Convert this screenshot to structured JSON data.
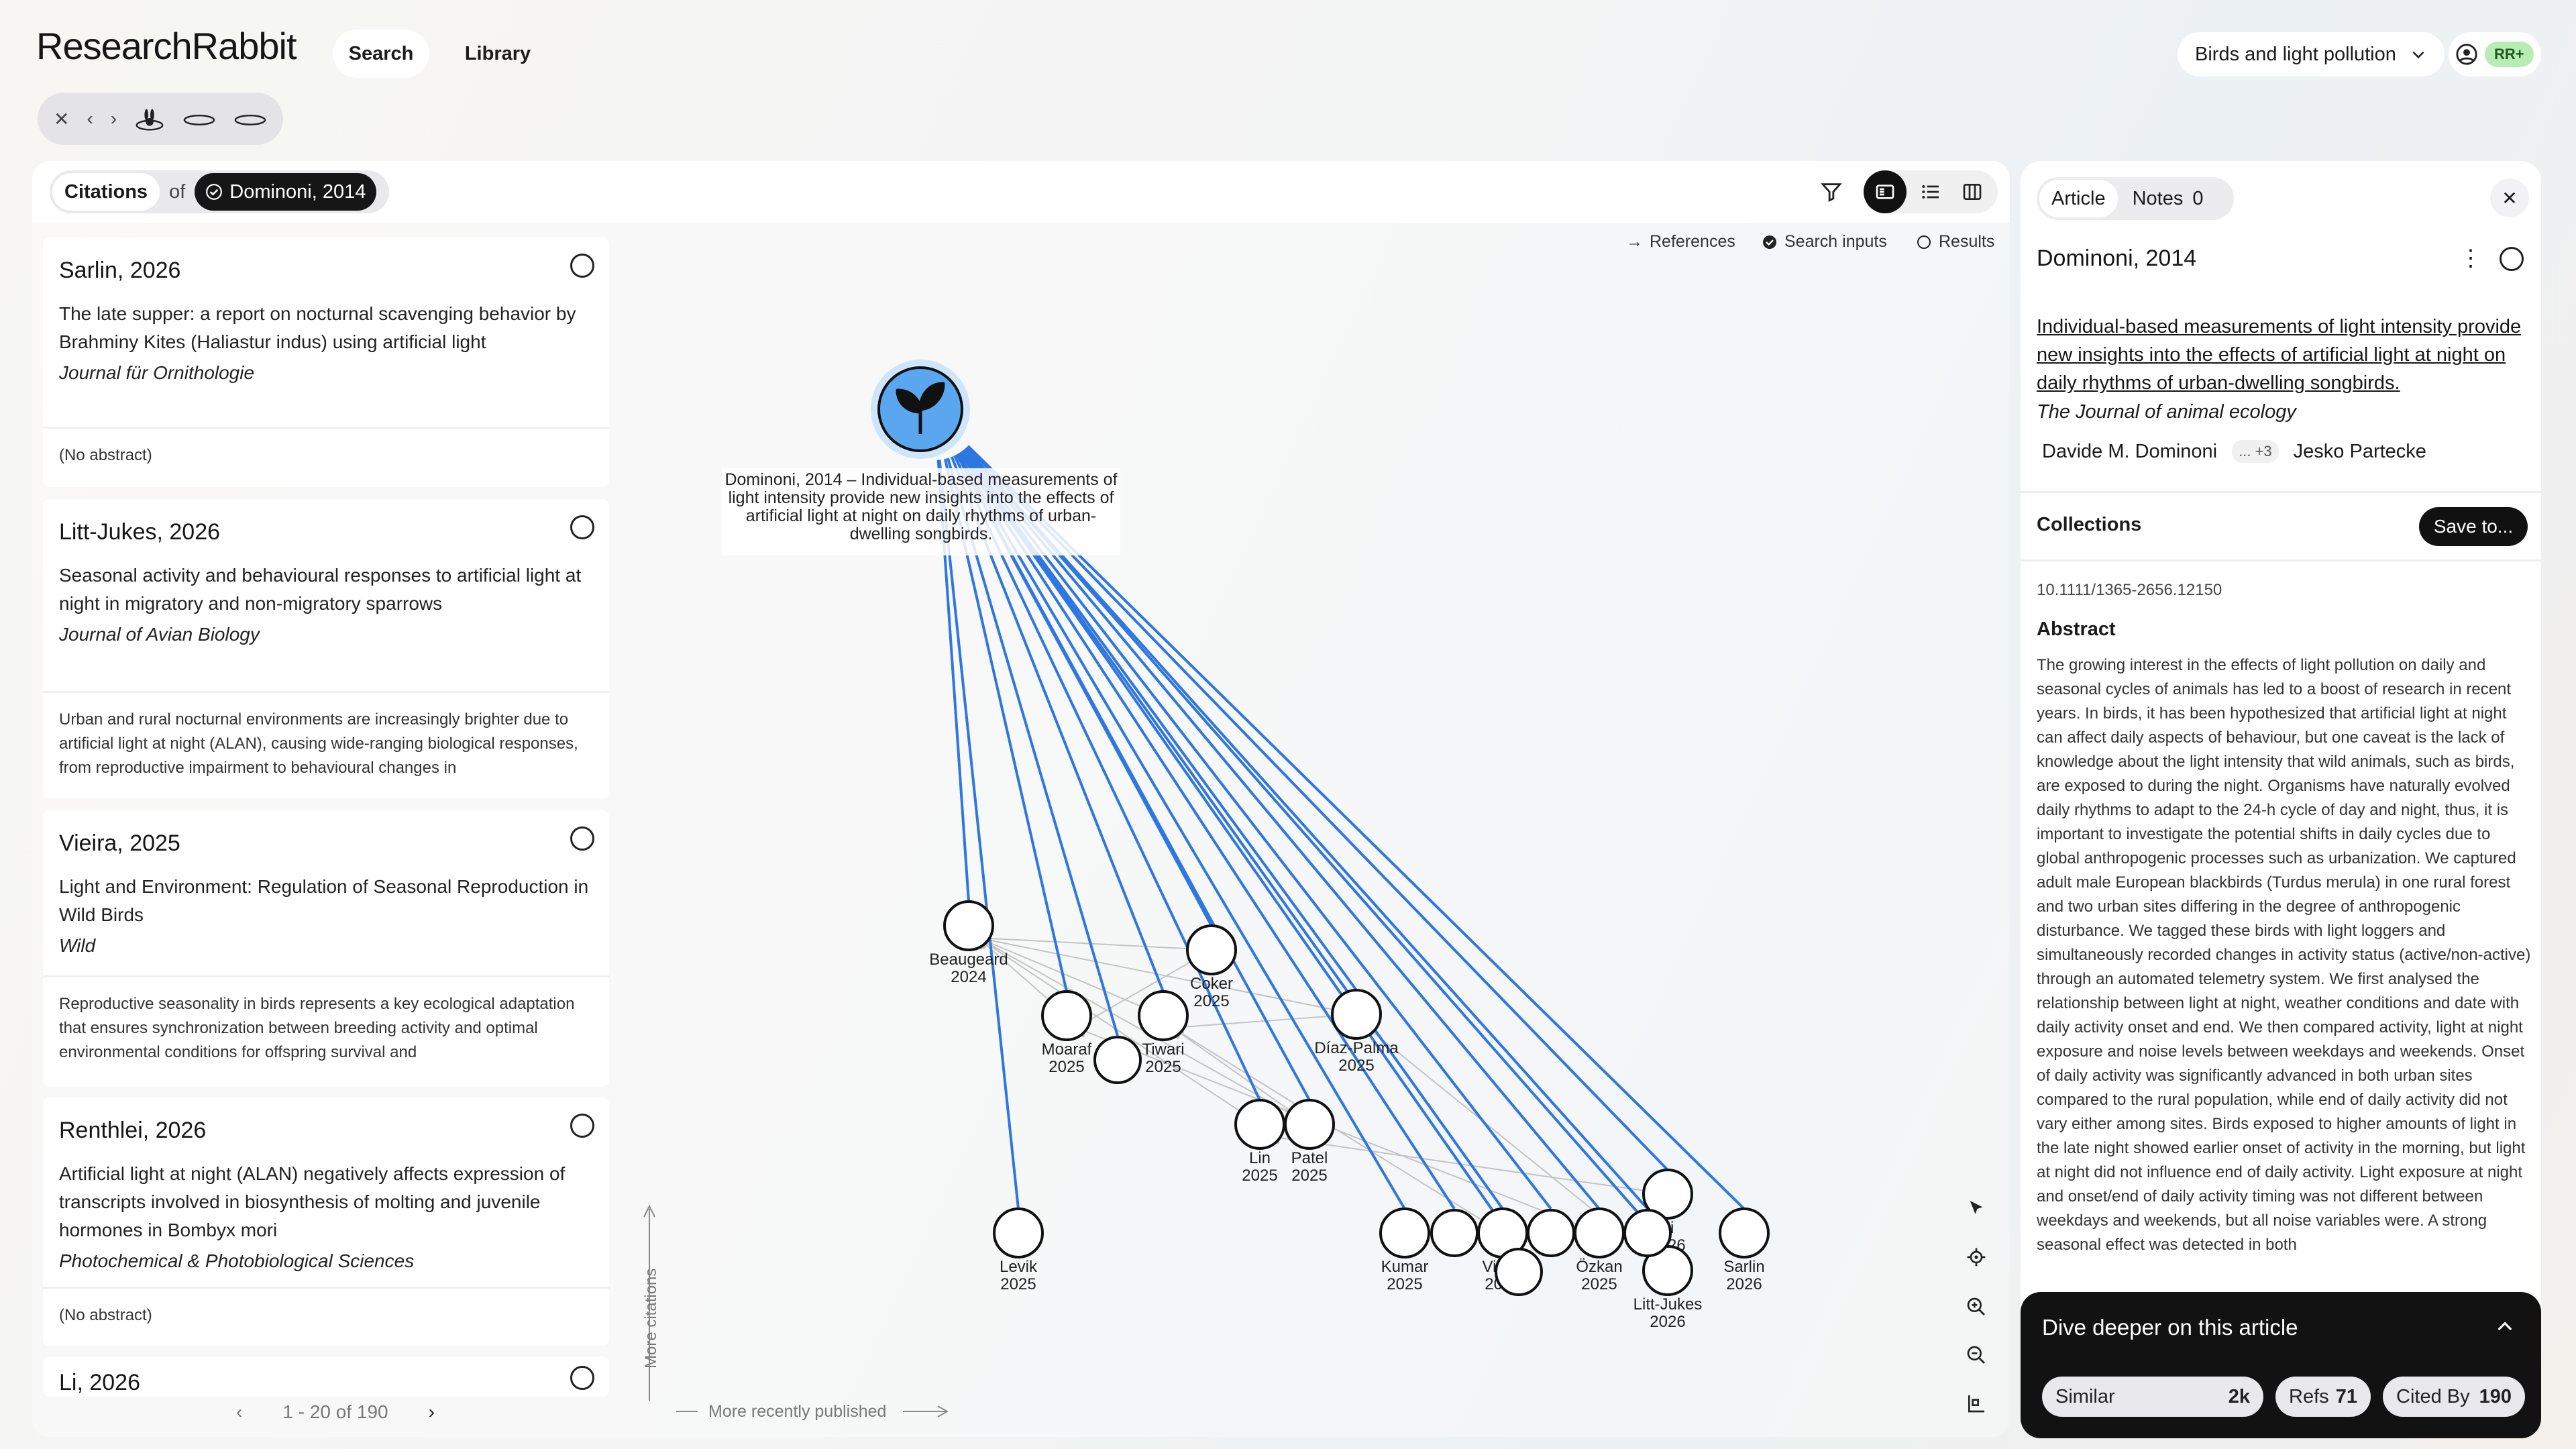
{
  "app": {
    "name": "ResearchRabbit"
  },
  "nav": {
    "search_label": "Search",
    "library_label": "Library"
  },
  "project": {
    "name": "Birds and light pollution"
  },
  "account": {
    "badge": "RR+"
  },
  "toolbar": {
    "citations_label": "Citations",
    "of_label": "of",
    "seed_label": "Dominoni, 2014"
  },
  "graph": {
    "legend": {
      "references": "References",
      "search_inputs": "Search inputs",
      "results": "Results"
    },
    "seed_label": "Dominoni, 2014 – Individual-based measurements of light intensity provide new insights into the effects of artificial light at night on daily rhythms of urban-dwelling songbirds.",
    "axis_y": "More citations",
    "axis_x": "More recently published",
    "nodes": [
      {
        "name": "Beaugeard",
        "year": "2024"
      },
      {
        "name": "Coker",
        "year": "2025"
      },
      {
        "name": "Moaraf",
        "year": "2025"
      },
      {
        "name": "Tiwari",
        "year": "2025"
      },
      {
        "name": "Díaz-Palma",
        "year": "2025"
      },
      {
        "name": "Lin",
        "year": "2025"
      },
      {
        "name": "Patel",
        "year": "2025"
      },
      {
        "name": "Levik",
        "year": "2025"
      },
      {
        "name": "Kumar",
        "year": "2025"
      },
      {
        "name": "Vieira",
        "year": "2025"
      },
      {
        "name": "Özkan",
        "year": "2025"
      },
      {
        "name": "Li",
        "year": "2026"
      },
      {
        "name": "Litt-Jukes",
        "year": "2026"
      },
      {
        "name": "Sarlin",
        "year": "2026"
      }
    ]
  },
  "list": {
    "items": [
      {
        "title": "Sarlin, 2026",
        "desc": "The late supper: a report on nocturnal scavenging behavior by Brahminy Kites (Haliastur indus) using artificial light",
        "journal": "Journal für Ornithologie",
        "abstract": "(No abstract)"
      },
      {
        "title": "Litt-Jukes, 2026",
        "desc": "Seasonal activity and behavioural responses to artificial light at night in migratory and non-migratory sparrows",
        "journal": "Journal of Avian Biology",
        "abstract": "Urban and rural nocturnal environments are increasingly brighter due to artificial light at night (ALAN), causing wide-ranging biological responses, from reproductive impairment to behavioural changes in"
      },
      {
        "title": "Vieira, 2025",
        "desc": "Light and Environment: Regulation of Seasonal Reproduction in Wild Birds",
        "journal": "Wild",
        "abstract": "Reproductive seasonality in birds represents a key ecological adaptation that ensures synchronization between breeding activity and optimal environmental conditions for offspring survival and"
      },
      {
        "title": "Renthlei, 2026",
        "desc": "Artificial light at night (ALAN) negatively affects expression of transcripts involved in biosynthesis of molting and juvenile hormones in Bombyx mori",
        "journal": "Photochemical & Photobiological Sciences",
        "abstract": "(No abstract)"
      },
      {
        "title": "Li, 2026",
        "desc": "",
        "journal": "",
        "abstract": ""
      }
    ],
    "pager": "1 - 20 of 190"
  },
  "article": {
    "tab_article": "Article",
    "tab_notes": "Notes",
    "notes_count": "0",
    "author_year": "Dominoni, 2014",
    "title": "Individual-based measurements of light intensity provide new insights into the effects of artificial light at night on daily rhythms of urban-dwelling songbirds.",
    "journal": "The Journal of animal ecology",
    "author_first": "Davide M. Dominoni",
    "author_more": "... +3",
    "author_last": "Jesko Partecke",
    "collections_label": "Collections",
    "save_label": "Save to...",
    "doi": "10.1111/1365-2656.12150",
    "abstract_label": "Abstract",
    "abstract": "The growing interest in the effects of light pollution on daily and seasonal cycles of animals has led to a boost of research in recent years. In birds, it has been hypothesized that artificial light at night can affect daily aspects of behaviour, but one caveat is the lack of knowledge about the light intensity that wild animals, such as birds, are exposed to during the night. Organisms have naturally evolved daily rhythms to adapt to the 24-h cycle of day and night, thus, it is important to investigate the potential shifts in daily cycles due to global anthropogenic processes such as urbanization. We captured adult male European blackbirds (Turdus merula) in one rural forest and two urban sites differing in the degree of anthropogenic disturbance. We tagged these birds with light loggers and simultaneously recorded changes in activity status (active/non-active) through an automated telemetry system. We first analysed the relationship between light at night, weather conditions and date with daily activity onset and end. We then compared activity, light at night exposure and noise levels between weekdays and weekends. Onset of daily activity was significantly advanced in both urban sites compared to the rural population, while end of daily activity did not vary either among sites. Birds exposed to higher amounts of light in the late night showed earlier onset of activity in the morning, but light at night did not influence end of daily activity. Light exposure at night and onset/end of daily activity timing was not different between weekdays and weekends, but all noise variables were. A strong seasonal effect was detected in both"
  },
  "dive": {
    "title": "Dive deeper on this article",
    "similar_label": "Similar",
    "similar_count": "2k",
    "refs_label": "Refs",
    "refs_count": "71",
    "cited_label": "Cited By",
    "cited_count": "190"
  },
  "colors": {
    "edge": "#2f76e0",
    "seed_fill": "#5aa7f0",
    "accent": "#111111"
  }
}
